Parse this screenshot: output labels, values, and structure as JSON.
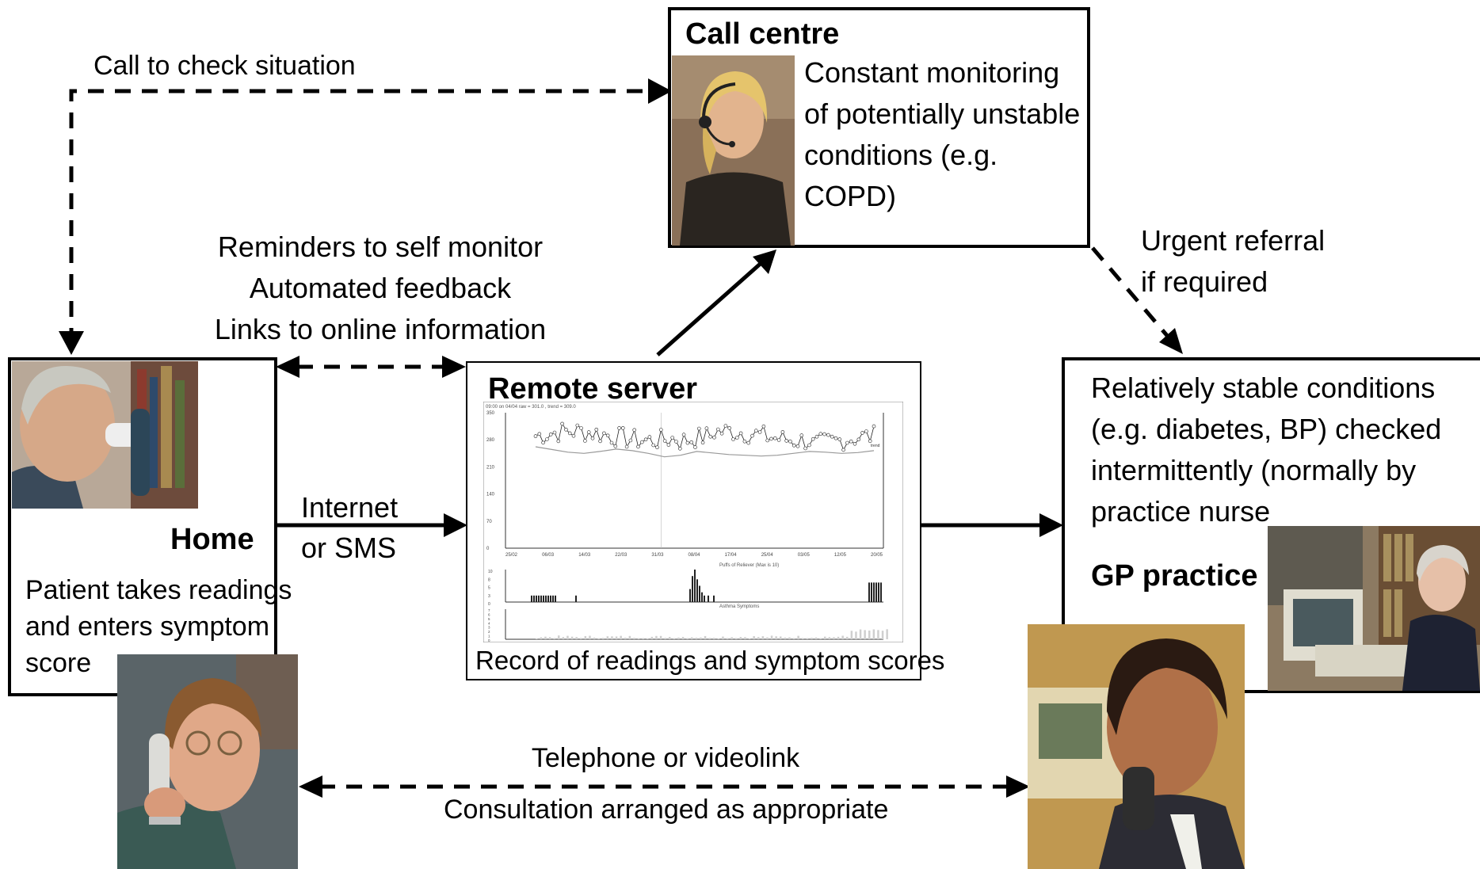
{
  "call_centre": {
    "title": "Call centre",
    "text_lines": [
      "Constant monitoring",
      "of potentially unstable",
      "conditions (e.g.",
      "COPD)"
    ]
  },
  "home": {
    "title": "Home",
    "text_lines": [
      "Patient takes readings",
      "and enters symptom",
      "score"
    ]
  },
  "remote_server": {
    "title": "Remote server",
    "caption": "Record of readings and symptom scores",
    "chart_header": "09:00 on 04/04  raw = 301.0 , trend = 309.0",
    "chart_series_label": "trend",
    "panel2_label": "Puffs of Reliever (Max is 10)",
    "panel3_label": "Asthma Symptoms"
  },
  "gp_practice": {
    "title": "GP practice",
    "text_lines": [
      "Relatively stable conditions",
      "(e.g. diabetes, BP) checked",
      "intermittently (normally by",
      "practice nurse"
    ]
  },
  "arrows": {
    "call_check": "Call to check situation",
    "reminders_lines": [
      "Reminders to self monitor",
      "Automated feedback",
      "Links to online information"
    ],
    "internet_lines": [
      "Internet",
      "or SMS"
    ],
    "urgent_lines": [
      "Urgent referral",
      "if required"
    ],
    "telephone": "Telephone or videolink",
    "consultation": "Consultation arranged as appropriate"
  },
  "chart_data": {
    "type": "line",
    "x_tick_labels": [
      "25/02",
      "06/03",
      "14/03",
      "22/03",
      "31/03",
      "08/04",
      "17/04",
      "25/04",
      "03/05",
      "12/05",
      "20/05"
    ],
    "y_tick_labels": [
      "350",
      "280",
      "210",
      "140",
      "70",
      "0"
    ],
    "ylim": [
      0,
      350
    ],
    "panel2_y_ticks": [
      "10",
      "8",
      "5",
      "3",
      "0"
    ],
    "panel3_y_ticks": [
      "7",
      "6",
      "5",
      "4",
      "3",
      "2",
      "1",
      "0"
    ],
    "series": [
      {
        "name": "trend",
        "values": [
          262,
          255,
          248,
          245,
          250,
          256,
          252,
          245,
          236,
          240,
          250,
          246,
          242,
          240,
          238,
          240,
          245,
          250,
          248,
          245,
          247,
          252
        ]
      }
    ]
  }
}
